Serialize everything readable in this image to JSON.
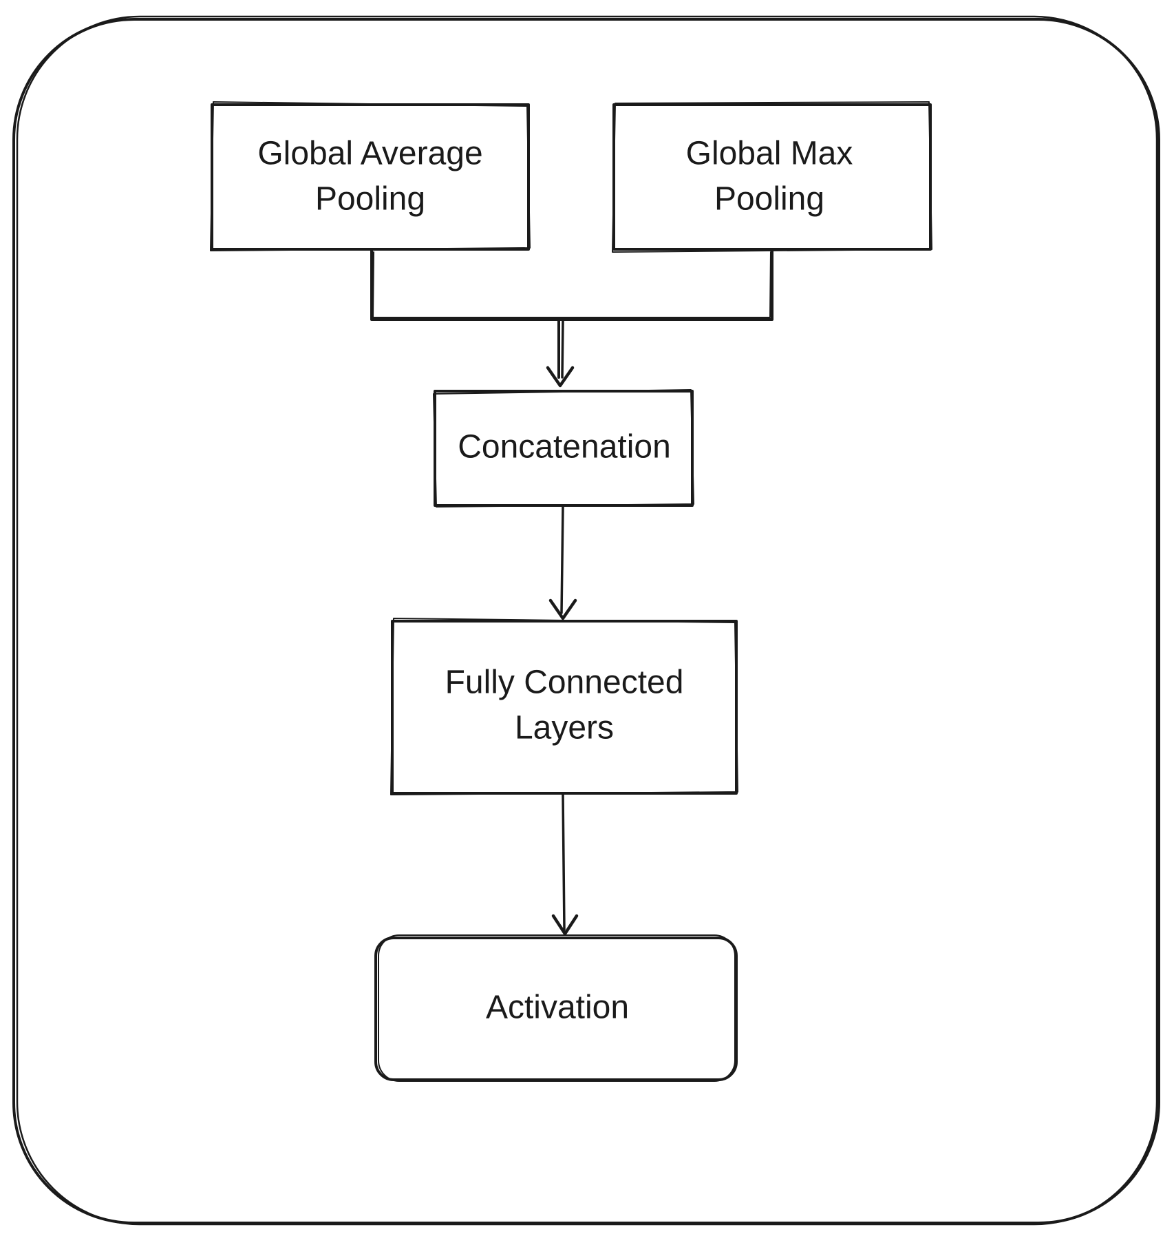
{
  "diagram": {
    "nodes": [
      {
        "id": "global-average-pooling",
        "lines": [
          "Global Average",
          "Pooling"
        ]
      },
      {
        "id": "global-max-pooling",
        "lines": [
          "Global Max",
          "Pooling"
        ]
      },
      {
        "id": "concatenation",
        "lines": [
          "Concatenation"
        ]
      },
      {
        "id": "fully-connected-layers",
        "lines": [
          "Fully Connected",
          "Layers"
        ]
      },
      {
        "id": "activation",
        "lines": [
          "Activation"
        ]
      }
    ],
    "edges": [
      {
        "from": "global-average-pooling",
        "to": "concatenation"
      },
      {
        "from": "global-max-pooling",
        "to": "concatenation"
      },
      {
        "from": "concatenation",
        "to": "fully-connected-layers"
      },
      {
        "from": "fully-connected-layers",
        "to": "activation"
      }
    ]
  }
}
